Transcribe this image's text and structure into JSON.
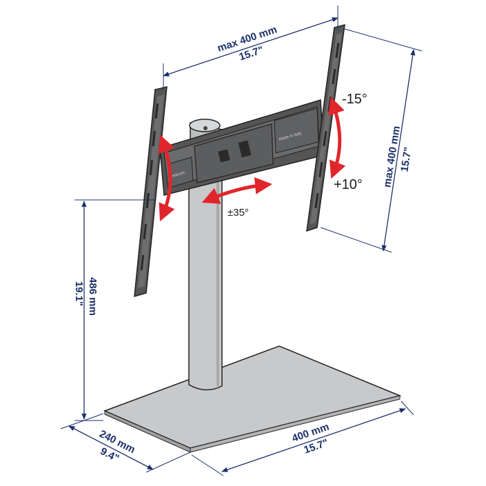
{
  "dimensions": {
    "top_width": {
      "mm": "max 400 mm",
      "inch": "15.7\""
    },
    "right_height": {
      "mm": "max 400 mm",
      "inch": "15.7\""
    },
    "left_height": {
      "mm": "486 mm",
      "inch": "19.1\""
    },
    "base_depth": {
      "mm": "240 mm",
      "inch": "9.4\""
    },
    "base_width": {
      "mm": "400 mm",
      "inch": "15.7\""
    }
  },
  "angles": {
    "tilt_up": "-15°",
    "tilt_down": "+10°",
    "swivel": "±35°"
  },
  "colors": {
    "dimension_line": "#1c2f6b",
    "arrow": "#e0262b",
    "stand_fill": "#c8c9cb",
    "outline": "#222222"
  }
}
